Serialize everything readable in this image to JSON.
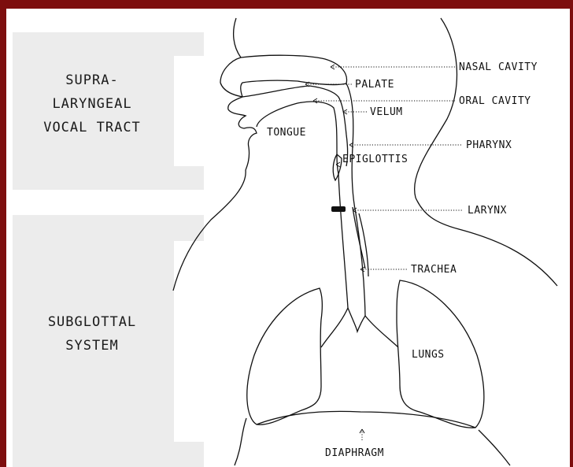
{
  "sections": {
    "supra": [
      "SUPRA-",
      "LARYNGEAL",
      "VOCAL TRACT"
    ],
    "sub": [
      "SUBGLOTTAL",
      "SYSTEM"
    ]
  },
  "labels": {
    "nasal_cavity": "NASAL CAVITY",
    "palate": "PALATE",
    "oral_cavity": "ORAL CAVITY",
    "velum": "VELUM",
    "tongue": "TONGUE",
    "pharynx": "PHARYNX",
    "epiglottis": "EPIGLOTTIS",
    "larynx": "LARYNX",
    "trachea": "TRACHEA",
    "lungs": "LUNGS",
    "diaphragm": "DIAPHRAGM"
  },
  "colors": {
    "border": "#7d0e0e",
    "panel": "#ececec",
    "ink": "#111111"
  }
}
